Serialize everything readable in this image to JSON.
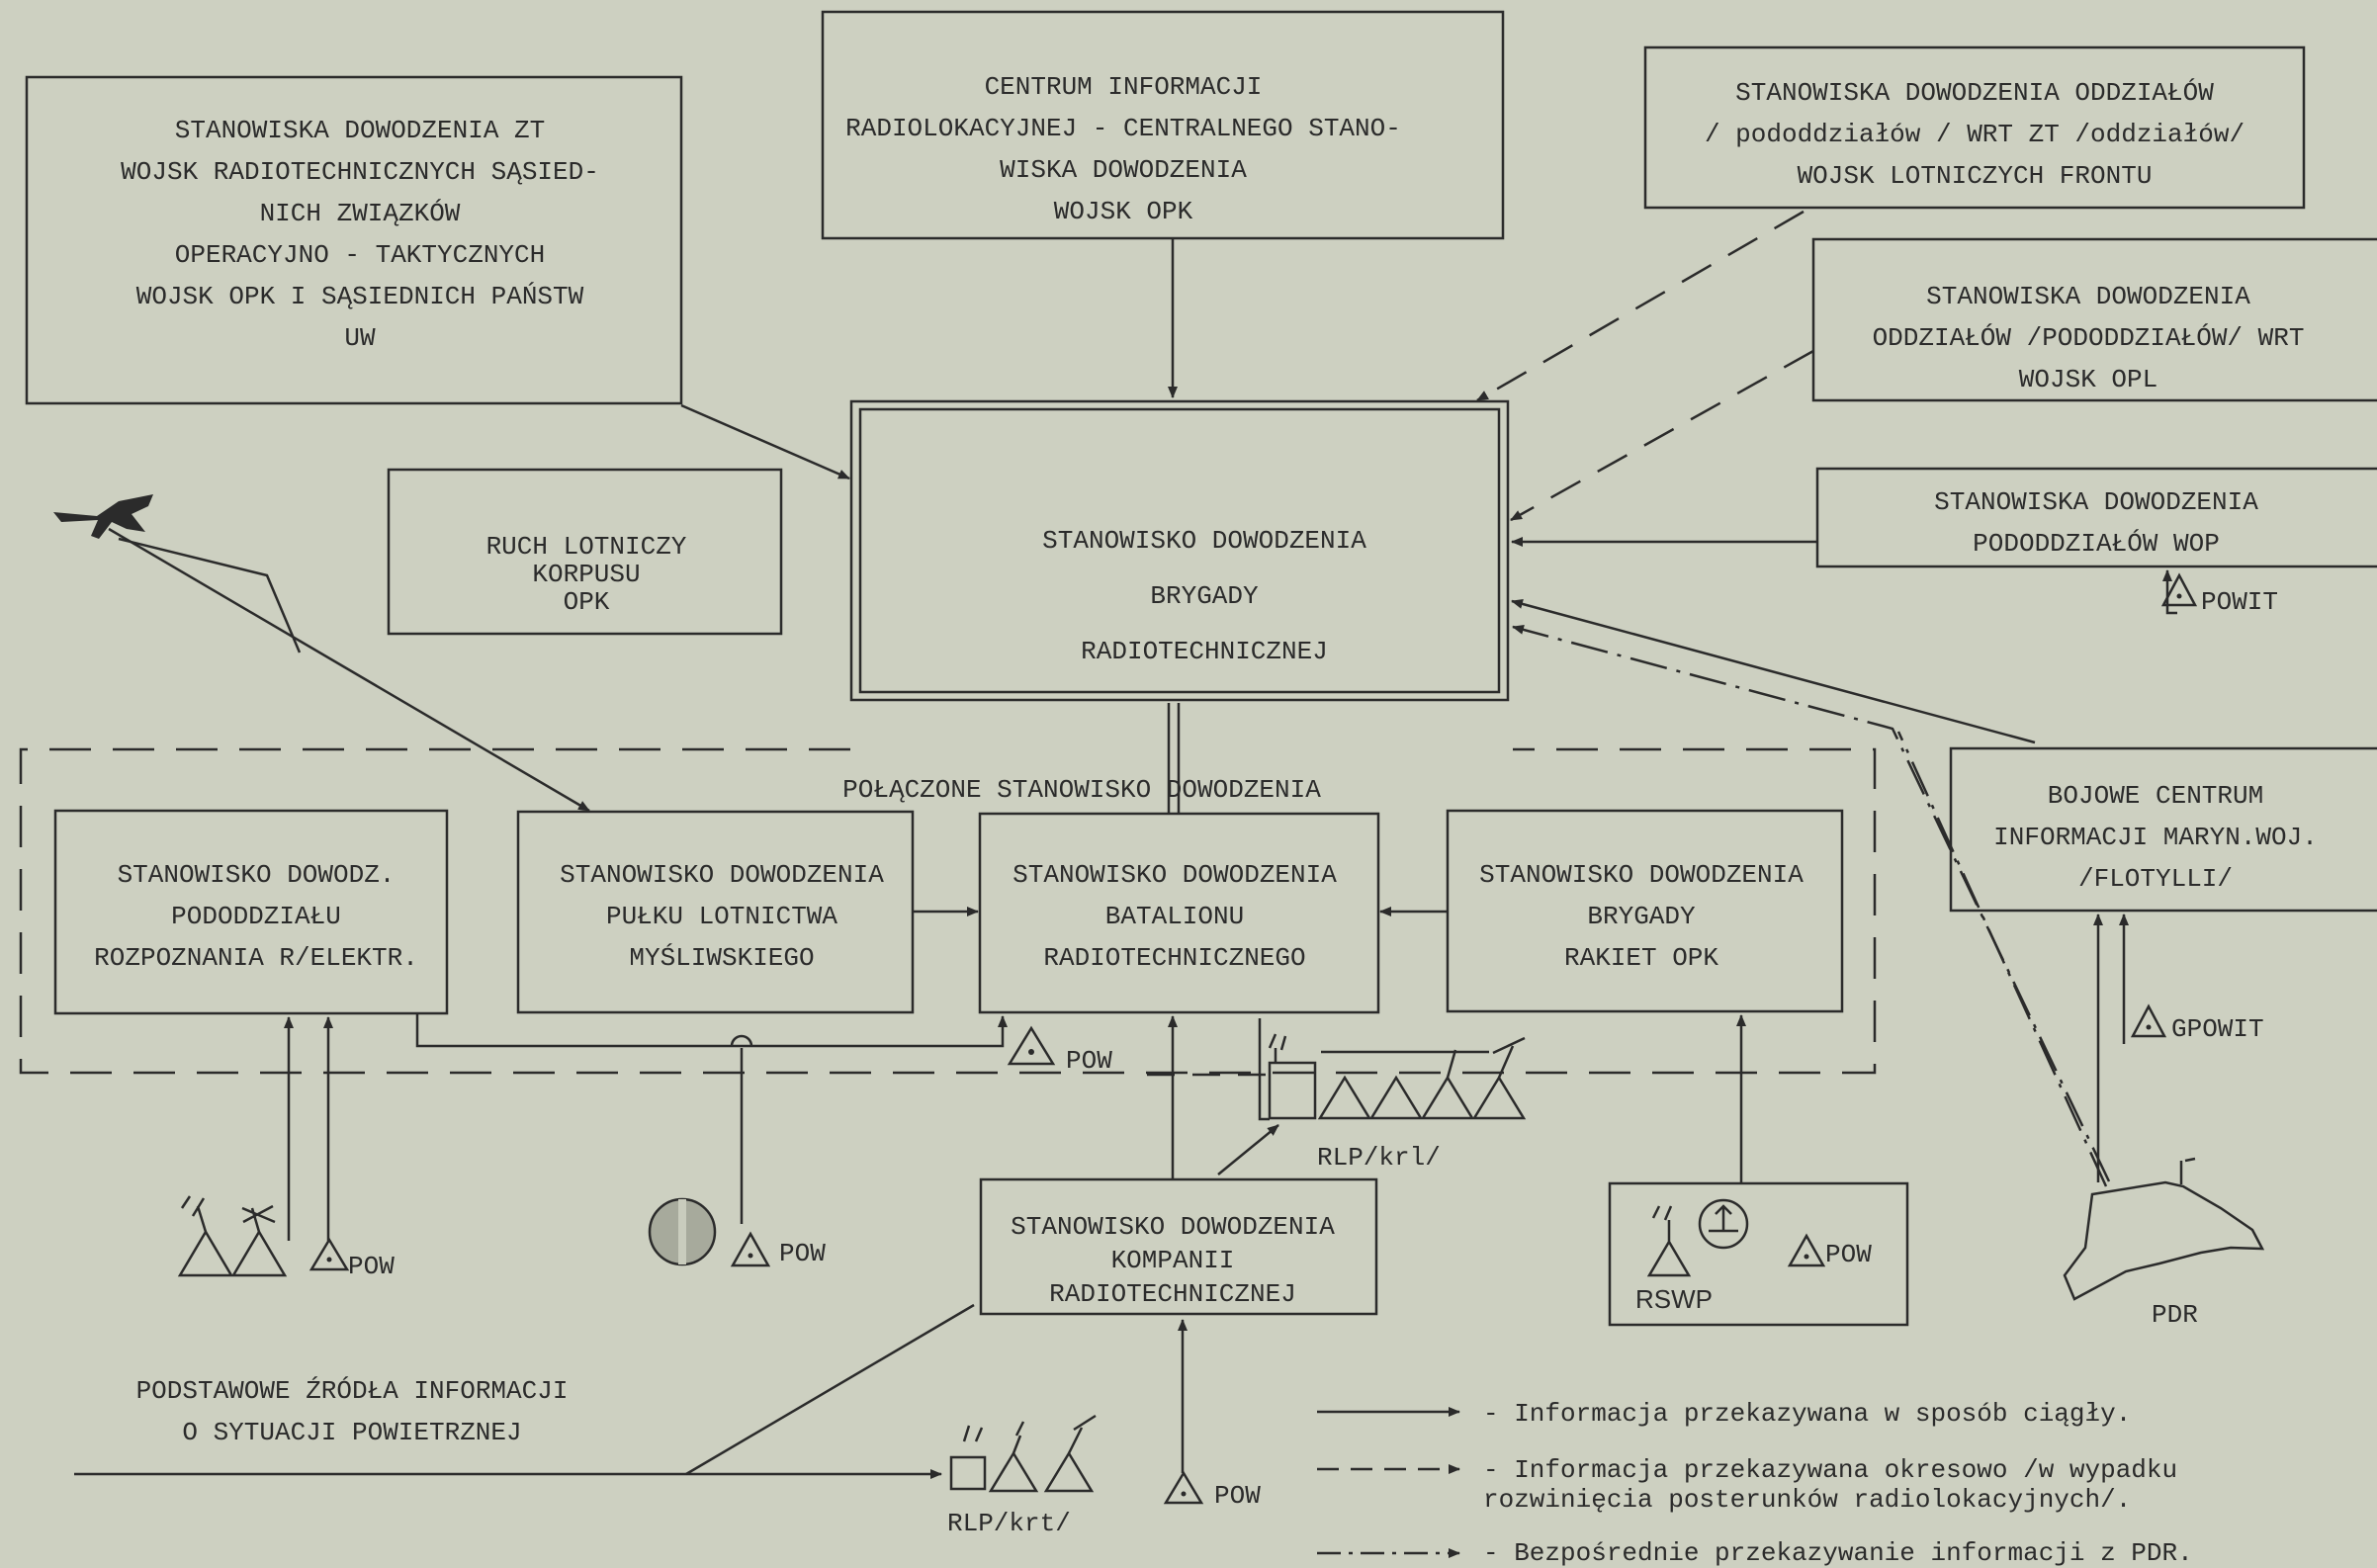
{
  "colors": {
    "paper": "#cdd0c1",
    "ink": "#2b2b2b",
    "fill": "#c9ccbd"
  },
  "boxes": {
    "zt_sasiednie": [
      "STANOWISKA DOWODZENIA ZT",
      "WOJSK RADIOTECHNICZNYCH SĄSIED-",
      "NICH ZWIĄZKÓW",
      "OPERACYJNO - TAKTYCZNYCH",
      "WOJSK OPK I SĄSIEDNICH PAŃSTW",
      "UW"
    ],
    "centrum": [
      "CENTRUM INFORMACJI",
      "RADIOLOKACYJNEJ - CENTRALNEGO STANO-",
      "WISKA DOWODZENIA",
      "WOJSK OPK"
    ],
    "lotnicze": [
      "STANOWISKA DOWODZENIA ODDZIAŁÓW",
      "/ pododdziałów / WRT ZT /oddziałów/",
      "WOJSK LOTNICZYCH FRONTU"
    ],
    "opl": [
      "STANOWISKA DOWODZENIA",
      "ODDZIAŁÓW /PODODDZIAŁÓW/  WRT",
      "WOJSK OPL"
    ],
    "wop": [
      "STANOWISKA DOWODZENIA",
      "PODODDZIAŁÓW WOP"
    ],
    "ruch": [
      "RUCH LOTNICZY",
      "KORPUSU",
      "OPK"
    ],
    "brygada_rt": [
      "STANOWISKO DOWODZENIA",
      "BRYGADY",
      "RADIOTECHNICZNEJ"
    ],
    "bojowe": [
      "BOJOWE CENTRUM",
      "INFORMACJI MARYN.WOJ.",
      "/FLOTYLLI/"
    ],
    "rozpoznanie": [
      "STANOWISKO DOWODZ.",
      "PODODDZIAŁU",
      "ROZPOZNANIA R/ELEKTR."
    ],
    "pulk": [
      "STANOWISKO DOWODZENIA",
      "PUŁKU LOTNICTWA",
      "MYŚLIWSKIEGO"
    ],
    "batalion": [
      "STANOWISKO DOWODZENIA",
      "BATALIONU",
      "RADIOTECHNICZNEGO"
    ],
    "rakiety": [
      "STANOWISKO DOWODZENIA",
      "BRYGADY",
      "RAKIET OPK"
    ],
    "kompania": [
      "STANOWISKO DOWODZENIA",
      "KOMPANII",
      "RADIOTECHNICZNEJ"
    ]
  },
  "polaczone": "POŁĄCZONE STANOWISKO  DOWODZENIA",
  "zrodla": [
    "PODSTAWOWE ŹRÓDŁA INFORMACJI",
    "O SYTUACJI POWIETRZNEJ"
  ],
  "labels": {
    "powit": "POWIT",
    "gpowit": "GPOWIT",
    "pow": "POW",
    "rlp_krl": "RLP/krl/",
    "rlp_krt": "RLP/krt/",
    "rswp": "RSWP",
    "pdr": "PDR"
  },
  "legend": [
    {
      "style": "solid",
      "text": [
        "- Informacja przekazywana w sposób ciągły."
      ]
    },
    {
      "style": "dashed",
      "text": [
        "- Informacja przekazywana okresowo /w wypadku",
        "rozwinięcia posterunków radiolokacyjnych/."
      ]
    },
    {
      "style": "dashdot",
      "text": [
        "- Bezpośrednie przekazywanie informacji z PDR."
      ]
    }
  ]
}
